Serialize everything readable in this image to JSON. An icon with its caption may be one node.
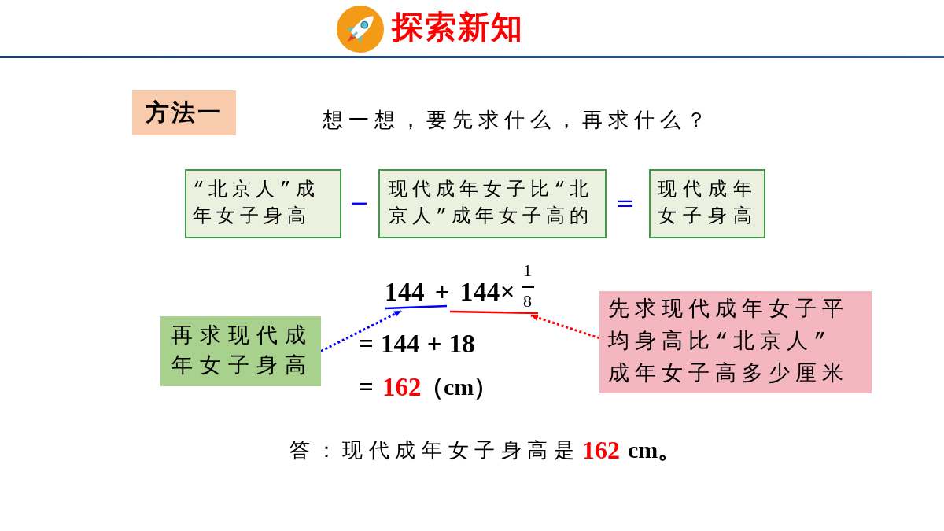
{
  "diagram": {
    "title": "探索新知",
    "nodes": [
      {
        "text": [
          "方法一"
        ]
      },
      {
        "text": [
          "“北京人”成年女子身高"
        ]
      },
      {
        "text": [
          "现代成年女子比“北京人”成年女子高的"
        ]
      },
      {
        "text": [
          "现代成年女子身高"
        ]
      },
      {
        "text": [
          "再求现代成年女子身高"
        ]
      },
      {
        "text": [],
        "shape": "line"
      },
      {
        "text": [],
        "shape": "line"
      },
      {
        "text": [
          "先求现代成年女子平均身高比“北京人”成年女子高多少厘米"
        ]
      }
    ],
    "edges": [
      {
        "from": 4,
        "to": 5,
        "arrow": "to",
        "style": "dashed",
        "color": "#0000ff"
      },
      {
        "from": 7,
        "to": 6,
        "arrow": "to",
        "style": "dashed",
        "color": "#ff0000"
      }
    ],
    "labels": [
      "想一想，要先求什么，再求什么？",
      "−",
      "=",
      "144 + 144×",
      "1",
      "8",
      "= 144 + 18",
      "=",
      "162",
      "（cm）",
      "答：现代成年女子身高是",
      "162",
      "cm。"
    ]
  }
}
